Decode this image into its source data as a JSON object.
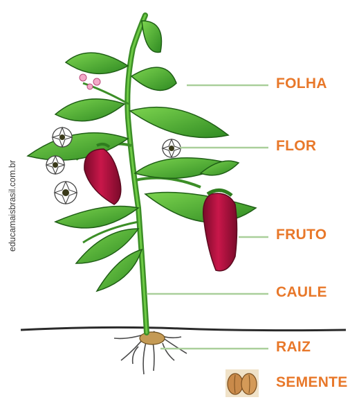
{
  "credit": "educamaisbrasil.com.br",
  "labels": {
    "folha": "FOLHA",
    "flor": "FLOR",
    "fruto": "FRUTO",
    "caule": "CAULE",
    "raiz": "RAIZ",
    "semente": "SEMENTE"
  },
  "colors": {
    "label": "#e8782a",
    "leader_line": "#a9cf9a",
    "leaf": "#4caf2e",
    "leaf_dark": "#2f7d1f",
    "fruit": "#b3123c",
    "soil": "#2a2a2a",
    "seed": "#c98a4a"
  }
}
